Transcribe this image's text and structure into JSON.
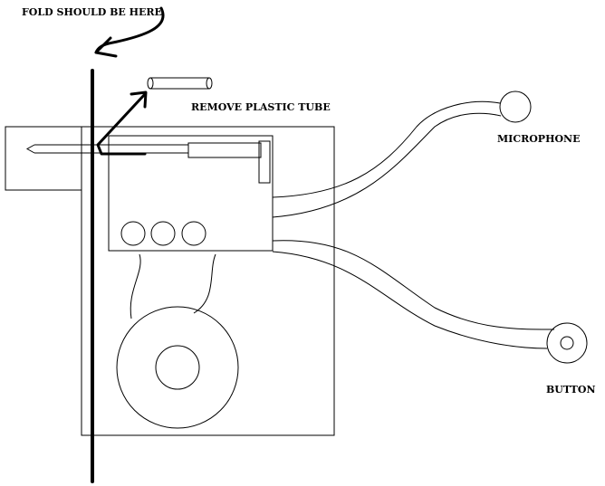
{
  "labels": {
    "fold": "FOLD SHOULD BE HERE",
    "remove_tube": "REMOVE PLASTIC TUBE",
    "microphone": "MICROPHONE",
    "button": "BUTTON"
  },
  "colors": {
    "stroke": "#000000",
    "background": "#ffffff"
  }
}
